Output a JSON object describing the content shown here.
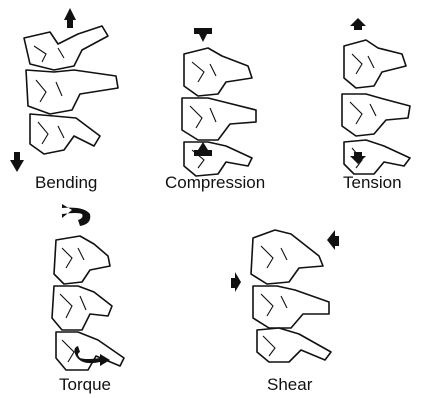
{
  "figure": {
    "panels": [
      {
        "id": "bending",
        "label": "Bending"
      },
      {
        "id": "compression",
        "label": "Compression"
      },
      {
        "id": "tension",
        "label": "Tension"
      },
      {
        "id": "torque",
        "label": "Torque"
      },
      {
        "id": "shear",
        "label": "Shear"
      }
    ]
  }
}
